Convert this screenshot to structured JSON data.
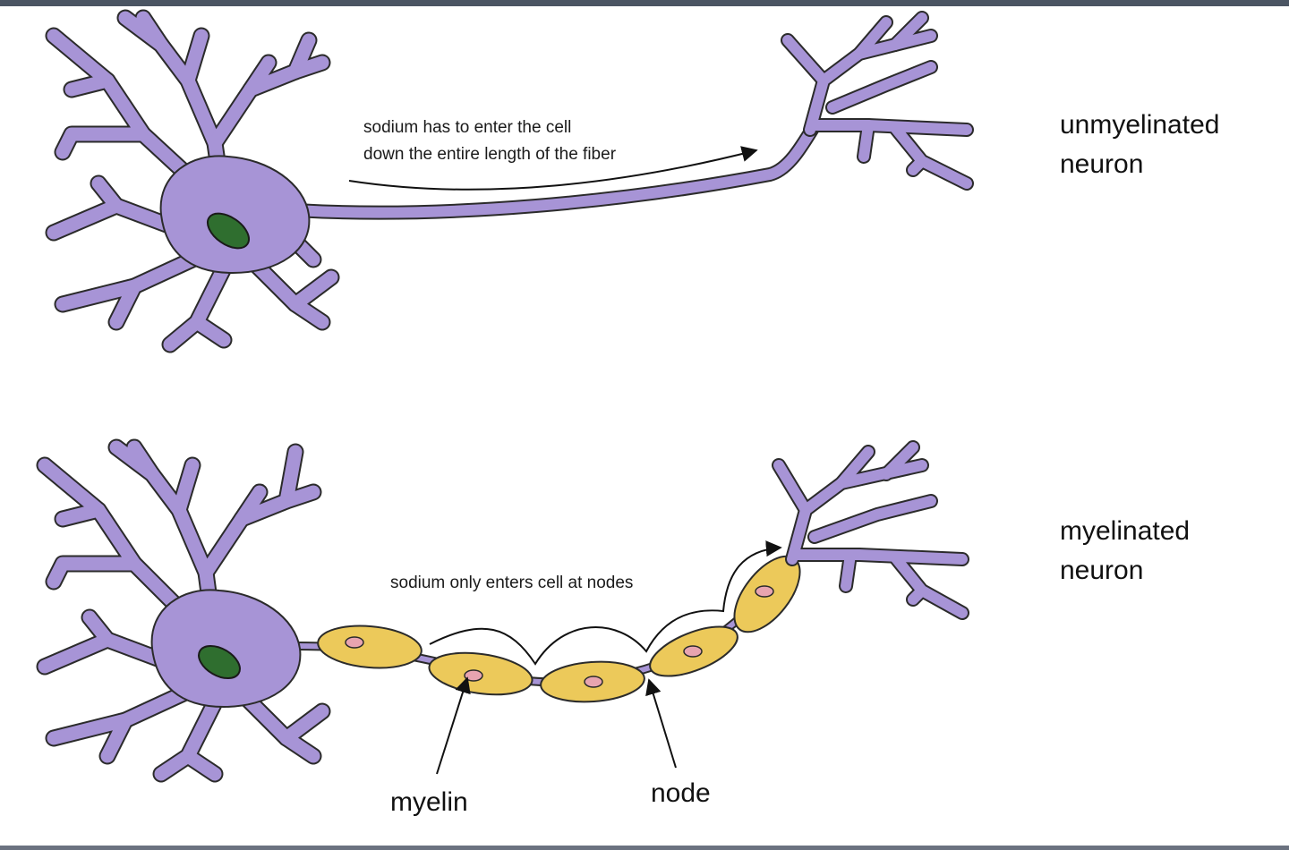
{
  "diagram": {
    "colors": {
      "neuron": "#a794d6",
      "outline": "#2b2b2b",
      "nucleus": "#2f6e2f",
      "myelin": "#ecc95a",
      "myelin_nucleus": "#e8a4b0"
    },
    "top": {
      "label_line1": "unmyelinated",
      "label_line2": "neuron",
      "note_line1": "sodium has to enter the cell",
      "note_line2": "down the entire length of the fiber"
    },
    "bottom": {
      "label_line1": "myelinated",
      "label_line2": "neuron",
      "note": "sodium only enters cell at nodes",
      "callout_myelin": "myelin",
      "callout_node": "node"
    }
  }
}
